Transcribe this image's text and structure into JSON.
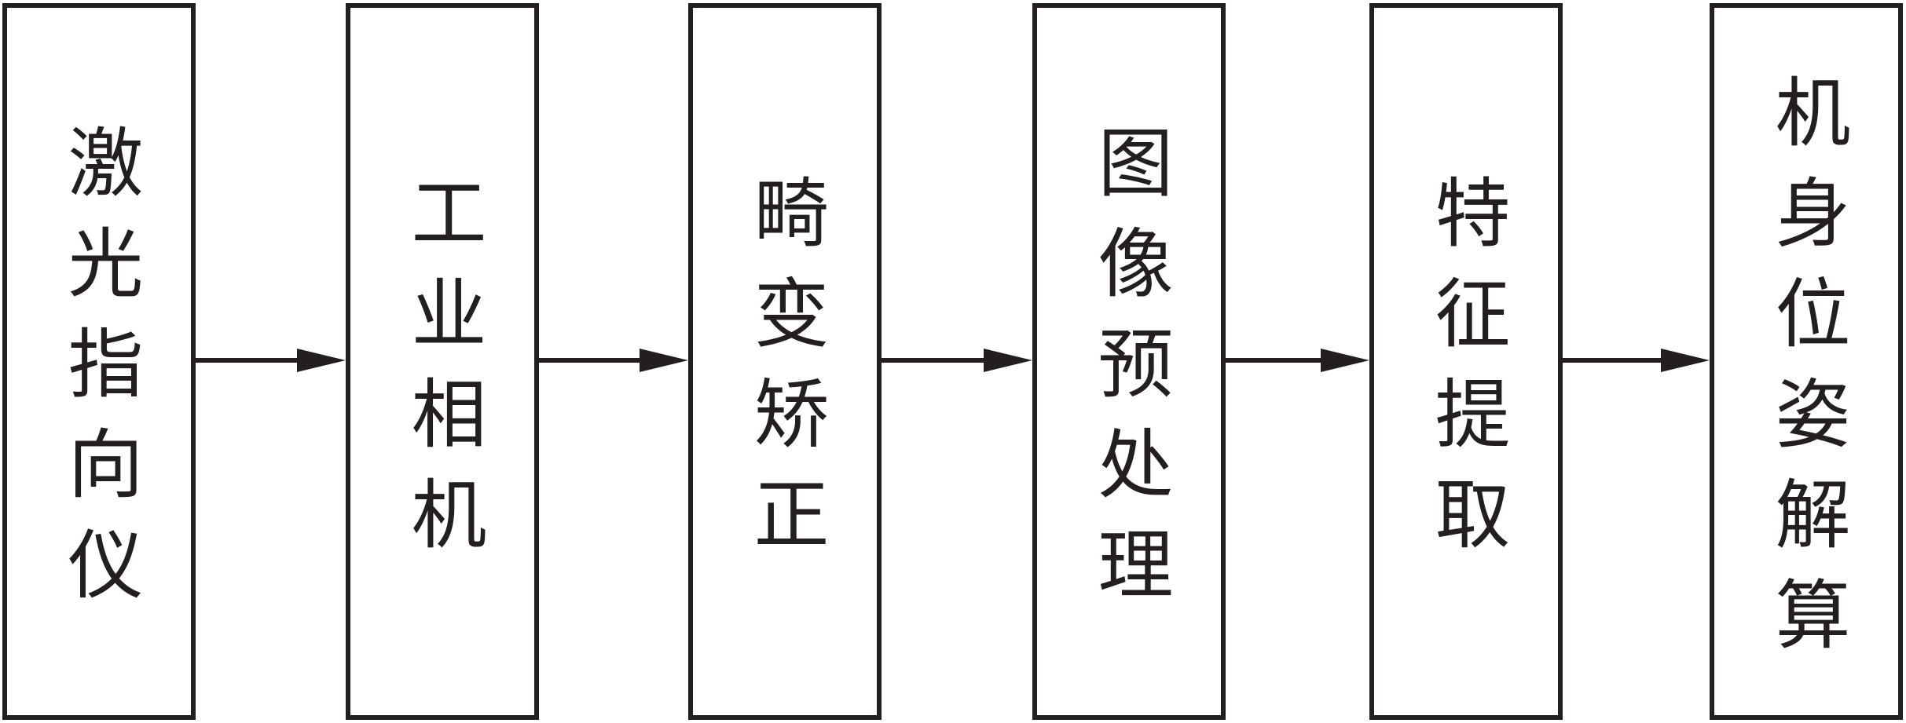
{
  "diagram": {
    "type": "flowchart",
    "direction": "left-to-right",
    "nodes": [
      {
        "label": "激光指向仪"
      },
      {
        "label": "工业相机"
      },
      {
        "label": "畸变矫正"
      },
      {
        "label": "图像预处理"
      },
      {
        "label": "特征提取"
      },
      {
        "label": "机身位姿解算"
      }
    ],
    "edges": [
      {
        "from": 0,
        "to": 1
      },
      {
        "from": 1,
        "to": 2
      },
      {
        "from": 2,
        "to": 3
      },
      {
        "from": 3,
        "to": 4
      },
      {
        "from": 4,
        "to": 5
      }
    ],
    "colors": {
      "stroke": "#231f20",
      "fill": "#ffffff",
      "text": "#231f20"
    }
  }
}
